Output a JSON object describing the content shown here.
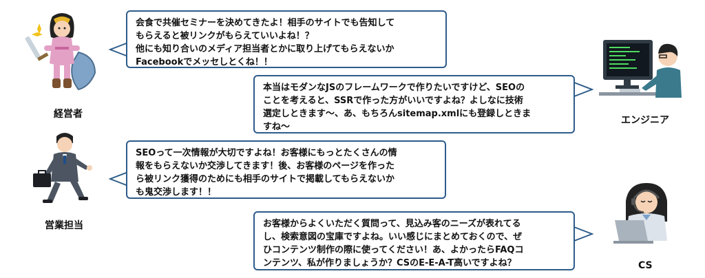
{
  "personas": {
    "executive": {
      "label": "経営者",
      "icon": "knight-warrior-icon"
    },
    "engineer": {
      "label": "エンジニア",
      "icon": "programmer-at-monitor-icon"
    },
    "sales": {
      "label": "営業担当",
      "icon": "businessman-with-briefcase-icon"
    },
    "cs": {
      "label": "CS",
      "icon": "headset-operator-icon"
    }
  },
  "bubbles": {
    "executive": {
      "lines": [
        "会食で共催セミナーを決めてきたよ！相手のサイトでも告知して",
        "もらえると被リンクがもらえていいよね！？",
        "他にも知り合いのメディア担当者とかに取り上げてもらえないか",
        "Facebookでメッセしとくね！！"
      ]
    },
    "engineer": {
      "lines": [
        "本当はモダンなJSのフレームワークで作りたいですけど、SEOの",
        "ことを考えると、SSRで作った方がいいですよね？よしなに技術",
        "選定しときます〜、あ、もちろんsitemap.xmlにも登録しときま",
        "すね〜"
      ]
    },
    "sales": {
      "lines": [
        "SEOって一次情報が大切ですよね！お客様にもっとたくさんの情",
        "報をもらえないか交渉してきます！後、お客様のページを作った",
        "ら被リンク獲得のためにも相手のサイトで掲載してもらえないか",
        "も鬼交渉します！！"
      ]
    },
    "cs": {
      "lines": [
        "お客様からよくいただく質問って、見込み客のニーズが表れてる",
        "し、検索意図の宝庫ですよね。いい感じにまとめておくので、ぜ",
        "ひコンテンツ制作の際に使ってください！あ、よかったらFAQコ",
        "ンテンツ、私が作りましょうか？CSのE-E-A-T高いですよね？"
      ]
    }
  },
  "colors": {
    "bubble_border": "#2c5b8a",
    "bubble_fill": "#ffffff",
    "label_text": "#111111"
  }
}
